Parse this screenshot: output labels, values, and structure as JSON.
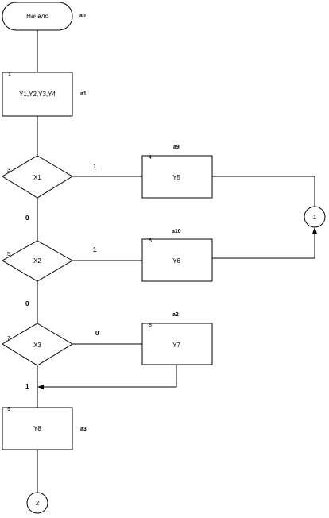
{
  "flowchart": {
    "start": {
      "label": "Начало",
      "tag": "a0"
    },
    "blocks": [
      {
        "id": "1",
        "label": "Y1,Y2,Y3,Y4",
        "tag": "a1"
      },
      {
        "id": "4",
        "label": "Y5",
        "tag": "a9"
      },
      {
        "id": "6",
        "label": "Y6",
        "tag": "a10"
      },
      {
        "id": "8",
        "label": "Y7",
        "tag": "a2"
      },
      {
        "id": "9",
        "label": "Y8",
        "tag": "a3"
      }
    ],
    "decisions": [
      {
        "id": "3",
        "label": "X1",
        "true_label": "1",
        "false_label": "0"
      },
      {
        "id": "5",
        "label": "X2",
        "true_label": "1",
        "false_label": "0"
      },
      {
        "id": "7",
        "label": "X3",
        "true_label": "0",
        "false_label": "1"
      }
    ],
    "connectors": [
      {
        "label": "1"
      },
      {
        "label": "2"
      }
    ]
  }
}
